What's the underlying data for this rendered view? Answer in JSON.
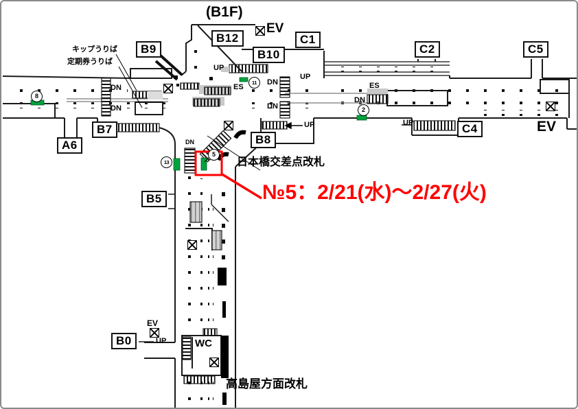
{
  "colors": {
    "wall": "#1a1a1a",
    "ad_marker_green": "#00a33e",
    "highlight_red": "#ff0000"
  },
  "floor": {
    "label": "(B1F)"
  },
  "exits": {
    "b12": "B12",
    "b9": "B9",
    "b10": "B10",
    "c1": "C1",
    "c2": "C2",
    "c5": "C5",
    "b7": "B7",
    "a6": "A6",
    "b8": "B8",
    "c4": "C4",
    "b5": "B5",
    "b0": "B0"
  },
  "facility": {
    "ev": "EV",
    "up": "UP",
    "dn": "DN",
    "es": "ES",
    "wc": "WC"
  },
  "ticket_offices": {
    "tickets": "キップうりば",
    "commuter_pass": "定期券うりば"
  },
  "gates": {
    "nihonbashi_crossing": "日本橋交差点改札",
    "takashimaya": "高島屋方面改札"
  },
  "markers": {
    "no8": "8",
    "no11": "11",
    "no2": "2",
    "no13": "13",
    "no5": "5"
  },
  "notice": {
    "text": "№5：2/21(水)～2/27(火)"
  }
}
